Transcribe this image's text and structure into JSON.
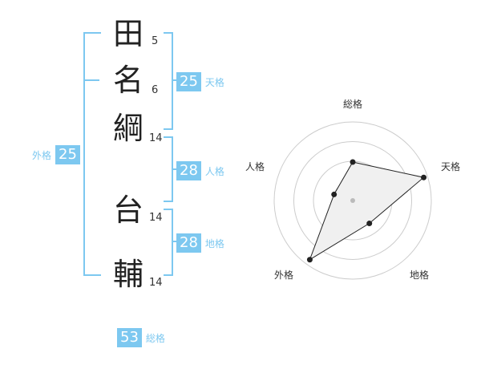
{
  "name": {
    "chars": [
      {
        "char": "田",
        "strokes": "5"
      },
      {
        "char": "名",
        "strokes": "6"
      },
      {
        "char": "綱",
        "strokes": "14"
      },
      {
        "char": "台",
        "strokes": "14"
      },
      {
        "char": "輔",
        "strokes": "14"
      }
    ]
  },
  "fortune": {
    "tenkaku": {
      "value": "25",
      "label": "天格"
    },
    "jinkaku": {
      "value": "28",
      "label": "人格"
    },
    "chikaku": {
      "value": "28",
      "label": "地格"
    },
    "gaikaku": {
      "value": "25",
      "label": "外格"
    },
    "soukaku": {
      "value": "53",
      "label": "総格"
    }
  },
  "radar": {
    "labels": {
      "top": "総格",
      "right": "天格",
      "bottom_right": "地格",
      "bottom_left": "外格",
      "left": "人格"
    },
    "levels": [
      0.49,
      0.95,
      0.36,
      0.93,
      0.25
    ],
    "fill_color": "#f0f0f0",
    "line_color": "#222222",
    "ring_color": "#cccccc"
  },
  "colors": {
    "accent": "#7dc8f0"
  }
}
